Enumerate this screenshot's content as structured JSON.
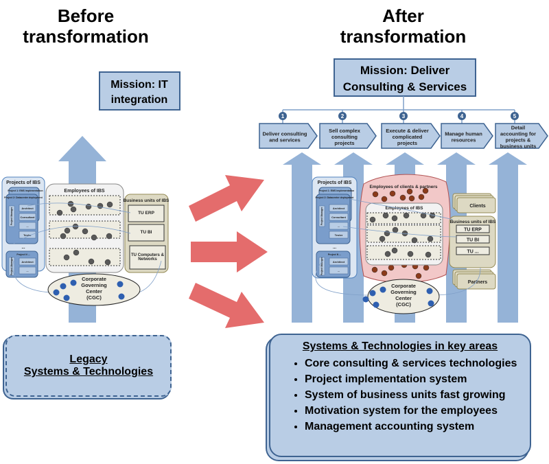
{
  "before": {
    "title_line1": "Before",
    "title_line2": "transformation",
    "mission_line1": "Mission: IT",
    "mission_line2": "integration",
    "legacy_line1": "Legacy",
    "legacy_line2": "Systems & Technologies"
  },
  "after": {
    "title_line1": "After",
    "title_line2": "transformation",
    "mission_line1": "Mission: Deliver",
    "mission_line2": "Consulting & Services",
    "steps": [
      {
        "num": "1",
        "lines": [
          "Deliver consulting",
          "and services"
        ]
      },
      {
        "num": "2",
        "lines": [
          "Sell complex",
          "consulting",
          "projects"
        ]
      },
      {
        "num": "3",
        "lines": [
          "Execute & deliver",
          "complicated",
          "projects"
        ]
      },
      {
        "num": "4",
        "lines": [
          "Manage human",
          "resources"
        ]
      },
      {
        "num": "5",
        "lines": [
          "Detail",
          "accounting for",
          "projects &",
          "business units"
        ]
      }
    ],
    "systems_title": "Systems & Technologies in key areas",
    "systems_items": [
      "Core consulting & services technologies",
      "Project implementation system",
      "System of business units fast growing",
      "Motivation system for the employees",
      "Management accounting system"
    ]
  },
  "diagram": {
    "projects_title": "Projects of IBS",
    "project1": "Project 1: EMS implementation",
    "project2": "Project 2: Datacenter deployment",
    "projectN": "Project N ...",
    "project_manager": "Project Manager",
    "architect": "Architect",
    "consultant": "Consultant",
    "ellipsis": "...",
    "tester": "Tester",
    "employees_title": "Employees of IBS",
    "employees_clients_title": "Employees of clients & partners",
    "bu_title": "Business units of IBS",
    "tu_erp": "TU ERP",
    "tu_bi": "TU BI",
    "tu_cn": "TU Computers & Networks",
    "tu_more": "TU ...",
    "clients": "Clients",
    "partners": "Partners",
    "cgc_lines": [
      "Corporate",
      "Governing",
      "Center",
      "(CGC)"
    ]
  },
  "colors": {
    "box_fill": "#b9cde5",
    "box_border": "#3e6391",
    "arrow_blue": "#95b3d7",
    "arrow_red": "#e46c6c",
    "tan": "#ddd9c3",
    "pink": "#f2c8c8"
  }
}
